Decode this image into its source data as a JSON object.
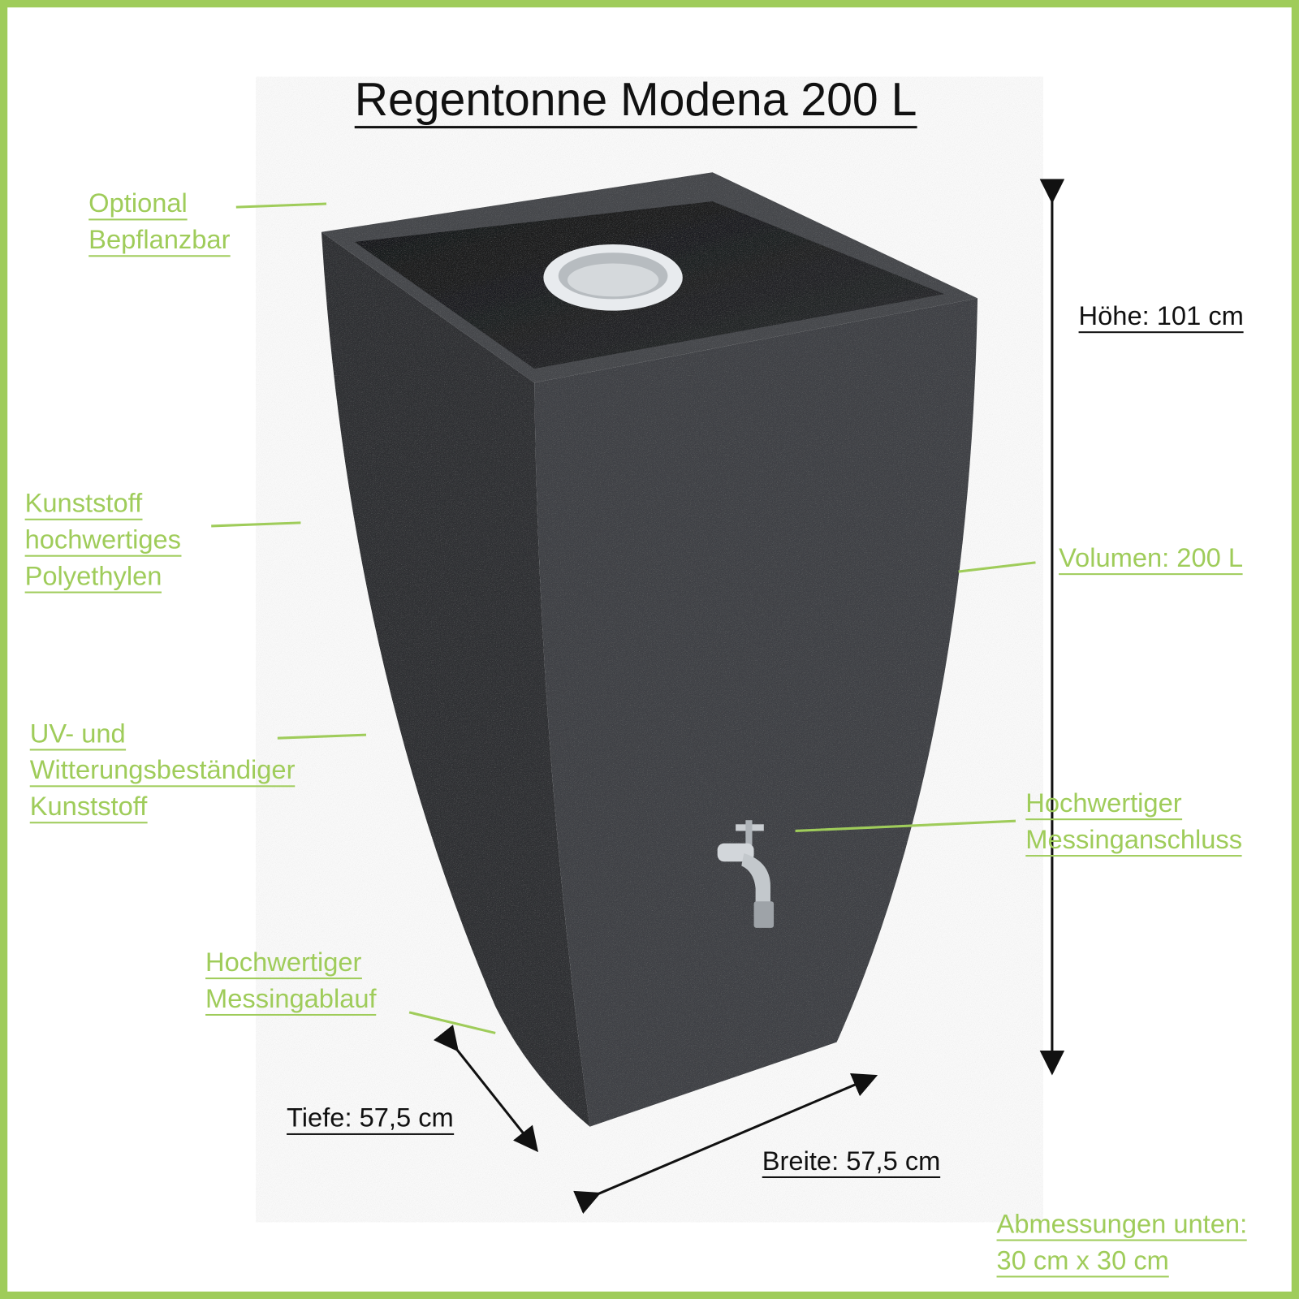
{
  "title": "Regentonne Modena 200 L",
  "labels": {
    "optional": [
      "Optional",
      "Bepflanzbar"
    ],
    "material": [
      "Kunststoff",
      "hochwertiges",
      "Polyethylen"
    ],
    "uv": [
      "UV- und",
      "Witterungsbeständiger",
      "Kunststoff"
    ],
    "drain": [
      "Hochwertiger",
      "Messingablauf"
    ],
    "tap": [
      "Hochwertiger",
      "Messinganschluss"
    ],
    "volume": "Volumen: 200 L",
    "height": "Höhe: 101 cm",
    "depth": "Tiefe: 57,5 cm",
    "width": "Breite: 57,5 cm",
    "base": [
      "Abmessungen unten:",
      "30 cm x 30 cm"
    ]
  },
  "colors": {
    "accent": "#9fcc5a",
    "barrel": "#3b3d40",
    "text": "#111111"
  }
}
